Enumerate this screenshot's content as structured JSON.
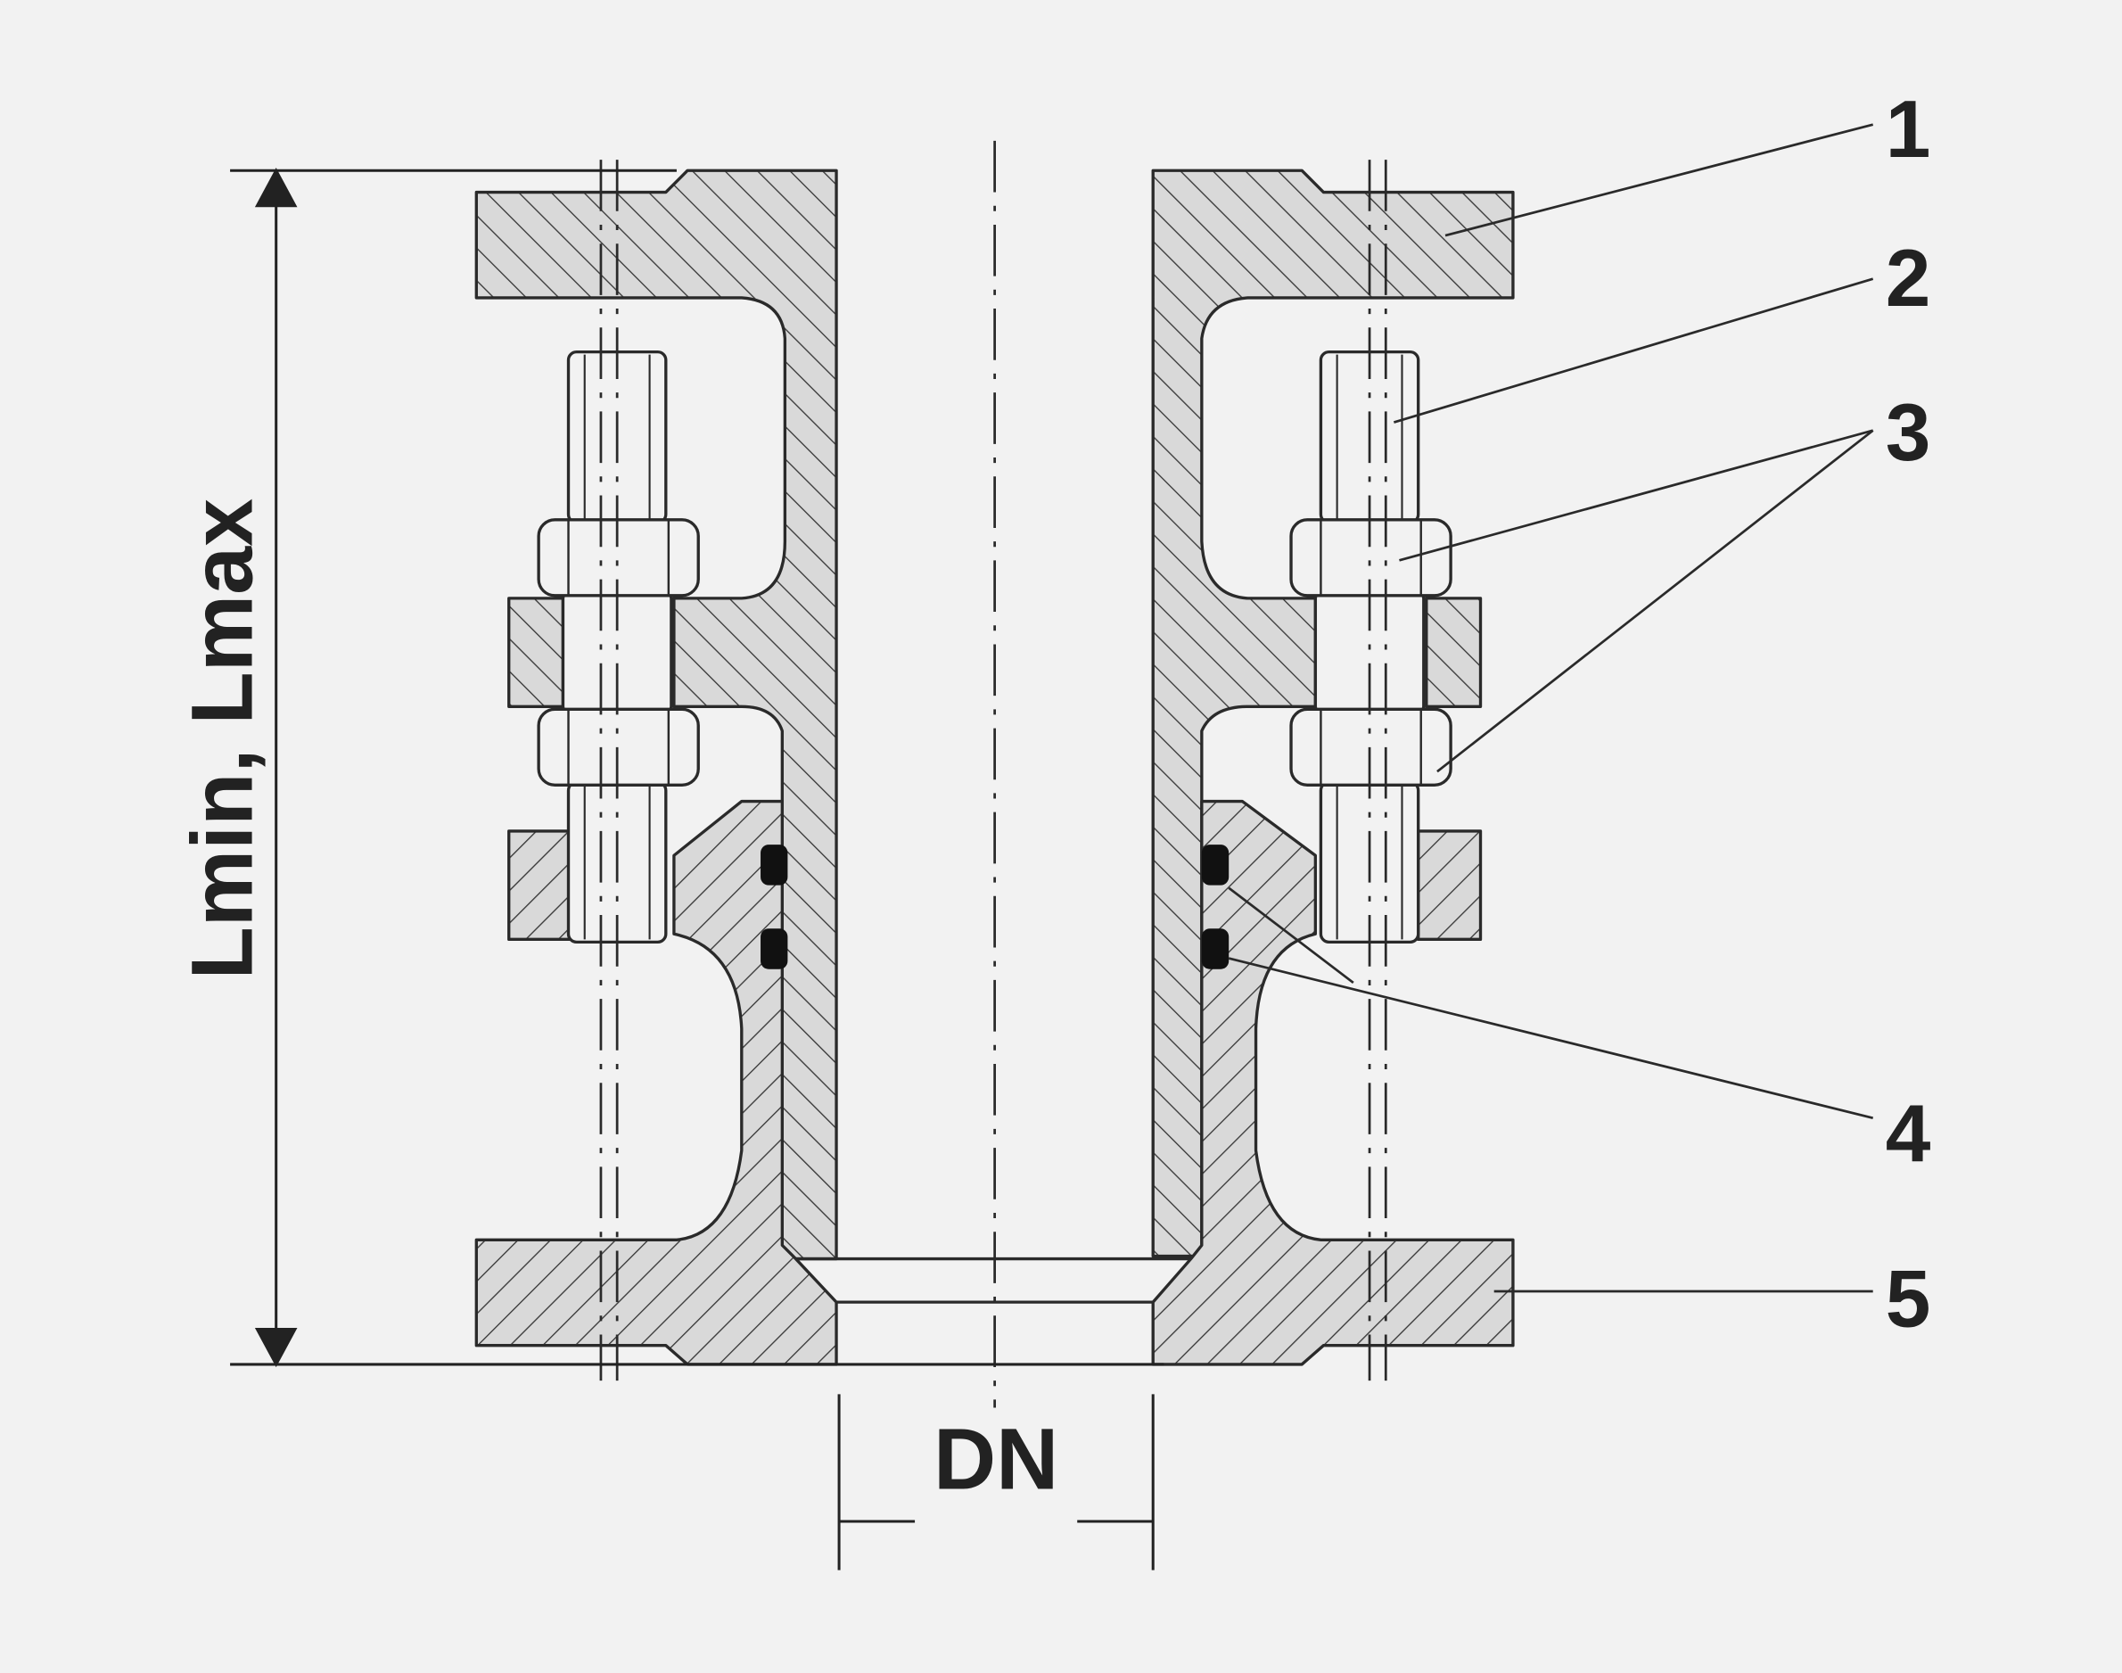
{
  "colors": {
    "background": "#f2f2f2",
    "part_fill": "#d9d9d9",
    "outline": "#2a2a2a",
    "seal": "#111111"
  },
  "callouts": [
    "1",
    "2",
    "3",
    "4",
    "5"
  ],
  "dimensions": {
    "length_label": "Lmin, Lmax",
    "diameter_label": "DN"
  }
}
